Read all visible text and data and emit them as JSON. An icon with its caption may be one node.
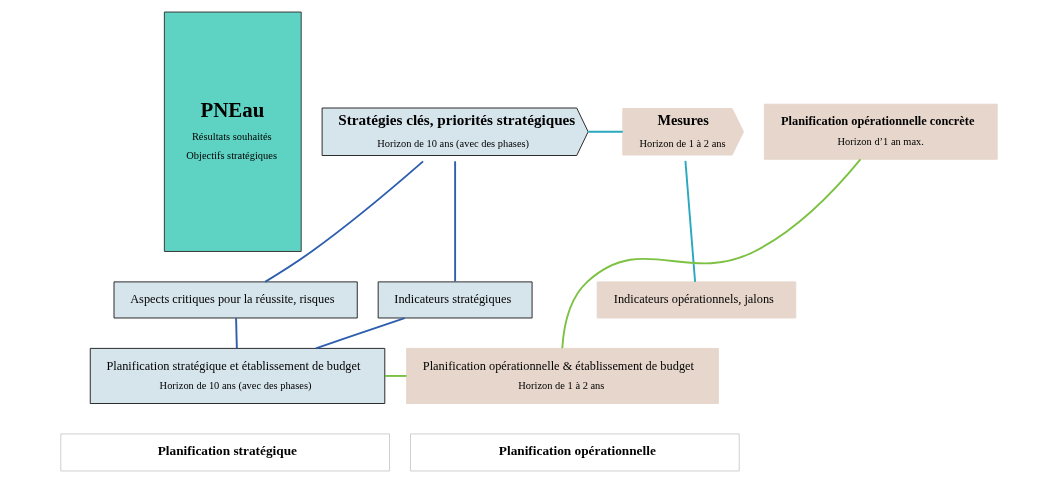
{
  "diagram": {
    "nodes": [
      {
        "text": [
          "PNEau",
          "Résultats souhaités",
          "Objectifs stratégiques"
        ]
      },
      {
        "text": [
          "Stratégies clés, priorités stratégiques",
          "Horizon de 10 ans (avec des phases)"
        ]
      },
      {
        "text": [
          "Mesures",
          "Horizon de 1 à 2 ans"
        ]
      },
      {
        "text": [
          "Planification opérationnelle concrète",
          "Horizon d’1 an max."
        ]
      },
      {
        "text": [
          "Aspects critiques pour la réussite, risques"
        ]
      },
      {
        "text": [
          "Indicateurs stratégiques"
        ]
      },
      {
        "text": [
          "Indicateurs opérationnels, jalons"
        ]
      },
      {
        "text": [
          "Planification stratégique et établissement de budget",
          "Horizon de 10 ans (avec des phases)"
        ]
      },
      {
        "text": [
          "Planification opérationnelle & établissement de budget",
          "Horizon de 1 à 2 ans"
        ]
      },
      {
        "text": [
          "Planification stratégique"
        ]
      },
      {
        "text": [
          "Planification opérationnelle"
        ]
      }
    ],
    "edges": [
      {
        "from": 1,
        "to": 2,
        "arrow": "none",
        "color": "#29a8c0"
      },
      {
        "from": 1,
        "to": 4,
        "arrow": "none",
        "color": "#2e5fae"
      },
      {
        "from": 1,
        "to": 5,
        "arrow": "none",
        "color": "#2e5fae"
      },
      {
        "from": 4,
        "to": 7,
        "arrow": "none",
        "color": "#2e5fae"
      },
      {
        "from": 5,
        "to": 7,
        "arrow": "none",
        "color": "#2e5fae"
      },
      {
        "from": 2,
        "to": 6,
        "arrow": "none",
        "color": "#29a8c0"
      },
      {
        "from": 7,
        "to": 8,
        "arrow": "none",
        "color": "#7cc142"
      },
      {
        "from": 8,
        "to": 3,
        "arrow": "none",
        "color": "#7cc142"
      }
    ]
  }
}
